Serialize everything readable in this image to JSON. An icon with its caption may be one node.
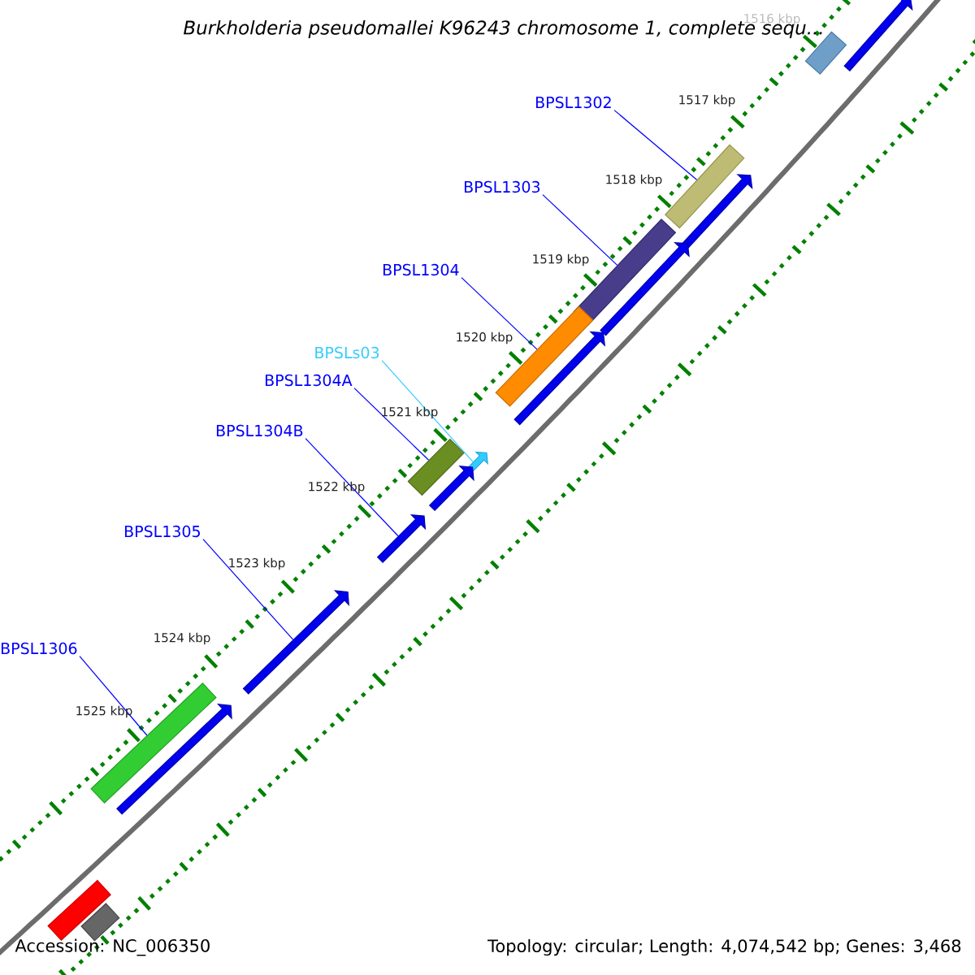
{
  "diagram": {
    "title": "Burkholderia pseudomallei K96243 chromosome 1, complete sequ...",
    "nodes": [
      {
        "text": [
          "BPSL1302"
        ]
      },
      {
        "text": [
          "BPSL1303"
        ]
      },
      {
        "text": [
          "BPSL1304"
        ]
      },
      {
        "text": [
          "BPSLs03"
        ]
      },
      {
        "text": [
          "BPSL1304A"
        ]
      },
      {
        "text": [
          "BPSL1304B"
        ]
      },
      {
        "text": [
          "BPSL1305"
        ]
      },
      {
        "text": [
          "BPSL1306"
        ]
      },
      {
        "text": [],
        "shape": "bar"
      },
      {
        "text": [],
        "shape": "arrow"
      },
      {
        "text": [],
        "shape": "bar"
      },
      {
        "text": [],
        "shape": "arrow"
      },
      {
        "text": [],
        "shape": "bar"
      },
      {
        "text": [],
        "shape": "arrow"
      },
      {
        "text": [],
        "shape": "bar"
      },
      {
        "text": [],
        "shape": "arrow"
      },
      {
        "text": [],
        "shape": "bar"
      },
      {
        "text": [],
        "shape": "arrow"
      },
      {
        "text": [],
        "shape": "arrow"
      },
      {
        "text": [],
        "shape": "arrow"
      },
      {
        "text": [],
        "shape": "arrow"
      },
      {
        "text": [],
        "shape": "bar"
      },
      {
        "text": [],
        "shape": "arrow"
      },
      {
        "text": [],
        "shape": "bar"
      },
      {
        "text": [],
        "shape": "bar"
      }
    ],
    "edges": [
      {
        "from": 0,
        "to": 10,
        "arrow": "none"
      },
      {
        "from": 1,
        "to": 12,
        "arrow": "none"
      },
      {
        "from": 2,
        "to": 14,
        "arrow": "none"
      },
      {
        "from": 3,
        "to": 17,
        "arrow": "none",
        "color": "#33ccff"
      },
      {
        "from": 4,
        "to": 16,
        "arrow": "none"
      },
      {
        "from": 5,
        "to": 19,
        "arrow": "none"
      },
      {
        "from": 6,
        "to": 20,
        "arrow": "none"
      },
      {
        "from": 7,
        "to": 21,
        "arrow": "none"
      }
    ],
    "labels": [
      "1516 kbp",
      "1517 kbp",
      "1518 kbp",
      "1519 kbp",
      "1520 kbp",
      "1521 kbp",
      "1522 kbp",
      "1523 kbp",
      "1524 kbp",
      "1525 kbp",
      "Accession: NC_006350",
      "Topology: circular; Length: 4,074,542 bp; Genes: 3,468"
    ]
  }
}
